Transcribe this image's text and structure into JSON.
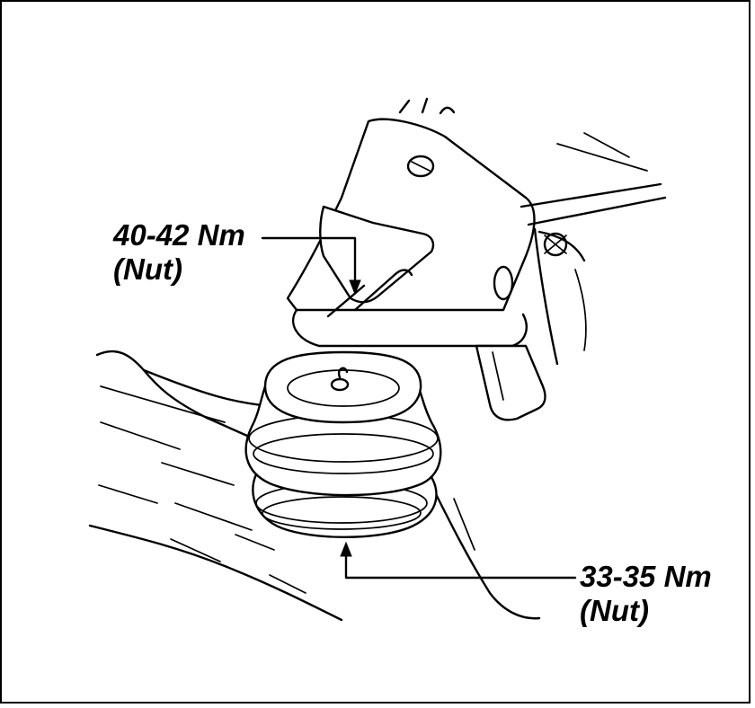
{
  "callouts": {
    "upper": {
      "torque": "40-42 Nm",
      "part": "(Nut)"
    },
    "lower": {
      "torque": "33-35 Nm",
      "part": "(Nut)"
    }
  },
  "colors": {
    "ink": "#000000",
    "paper": "#ffffff"
  }
}
